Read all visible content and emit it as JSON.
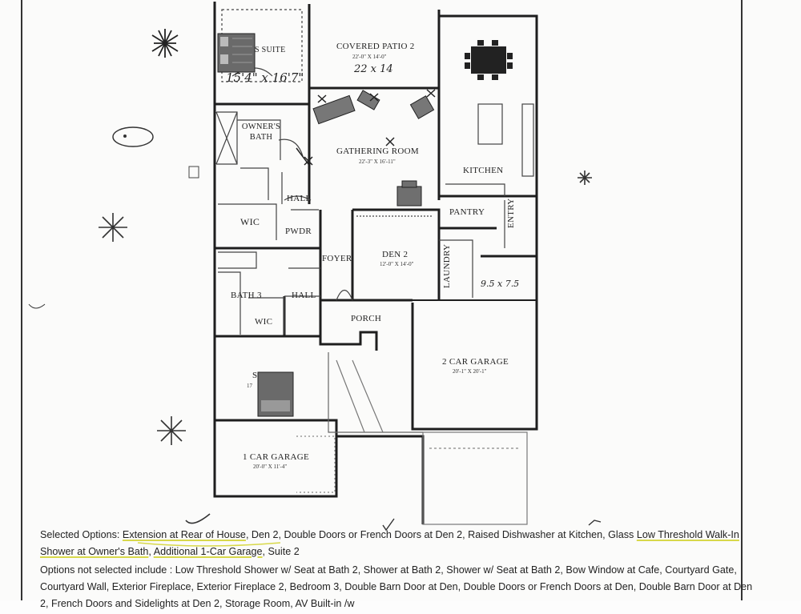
{
  "rooms": {
    "suite": "S SUITE",
    "covered_patio": "COVERED PATIO 2",
    "covered_patio_dim": "22'-0\" X 14'-0\"",
    "owners_bath": "OWNER'S BATH",
    "gathering_room": "GATHERING ROOM",
    "gathering_room_dim": "22'-3\" X 16'-11\"",
    "kitchen": "KITCHEN",
    "hall_upper": "HALL",
    "wic_upper": "WIC",
    "pwdr": "PWDR",
    "pantry": "PANTRY",
    "entry": "ENTRY",
    "foyer": "FOYER",
    "den": "DEN 2",
    "den_dim": "12'-0\" X 14'-0\"",
    "laundry": "LAUNDRY",
    "bath3": "BATH 3",
    "hall_lower": "HALL",
    "wic_lower": "WIC",
    "porch": "PORCH",
    "garage2": "2 CAR GARAGE",
    "garage2_dim": "20'-1\" X 20'-1\"",
    "bedroom_partial": "S",
    "bedroom_partial_dim": "17",
    "garage1": "1 CAR GARAGE",
    "garage1_dim": "20'-0\" X 11'-4\""
  },
  "handwriting": {
    "suite_dim": "15'4\" x 16'7\"",
    "patio_dim": "22 x 14",
    "garage_note": "9.5 x 7.5"
  },
  "notes": {
    "selected_label": "Selected Options: ",
    "selected_1": "Extension at Rear of House",
    "selected_2": ", Den 2, Double Doors or French Doors at Den 2, Raised Dishwasher at Kitchen, Glass ",
    "selected_3": "Low Threshold Walk-In Shower at Owner's Bath",
    "selected_4": ", ",
    "selected_5": "Additional 1-Car Garage",
    "selected_6": ", Suite 2",
    "not_selected": "Options not selected include : Low Threshold Shower w/ Seat at Bath 2, Shower at Bath 2, Shower w/ Seat at Bath 2, Bow Window at Cafe, Courtyard Gate, Courtyard Wall, Exterior Fireplace, Exterior Fireplace 2, Bedroom 3, Double Barn Door at Den, Double Doors or French Doors at Den, Double Barn Door at Den 2, French Doors and Sidelights at Den 2, Storage Room, AV Built-in /w"
  },
  "icons": [
    "snowflake-icon",
    "pine-icon",
    "dining-table-icon",
    "bed-icon",
    "sofa-icon",
    "armchair-icon"
  ],
  "colors": {
    "line": "#1e1e1e",
    "highlight": "#d8d84a",
    "paper": "#fbfbfa"
  }
}
